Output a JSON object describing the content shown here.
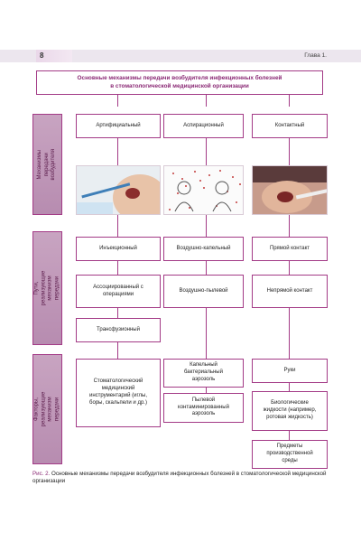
{
  "header": {
    "page_number": "8",
    "chapter": "Глава 1."
  },
  "title": {
    "line1": "Основные механизмы передачи возбудителя инфекционных болезней",
    "line2": "в стоматологической медицинской организации"
  },
  "rows": {
    "mechanisms": "Механизмы передачи возбудителя",
    "ways": "Пути, реализующие механизм передачи",
    "factors": "Факторы, реализующие механизм передачи"
  },
  "columns": [
    {
      "mechanism": "Артифициальный",
      "ways": [
        "Инъекционный",
        "Ассоциированный с операциями",
        "Трансфузионный"
      ],
      "factors": [
        "Стоматологический медицинский инструментарий (иглы, боры, скальпели и др.)"
      ]
    },
    {
      "mechanism": "Аспирационный",
      "ways": [
        "Воздушно-капельный",
        "Воздушно-пылевой"
      ],
      "factors": [
        "Капельный бактериальный аэрозоль",
        "Пылевой контаминированный аэрозоль"
      ]
    },
    {
      "mechanism": "Контактный",
      "ways": [
        "Прямой контакт",
        "Непрямой контакт"
      ],
      "factors": [
        "Руки",
        "Биологические жидкости (например, ротовая жидкость)",
        "Предметы производственной среды"
      ]
    }
  ],
  "caption": {
    "label": "Рис. 2.",
    "text": "Основные механизмы передачи возбудителя инфекционных болезней в стоматологической медицинской организации"
  }
}
